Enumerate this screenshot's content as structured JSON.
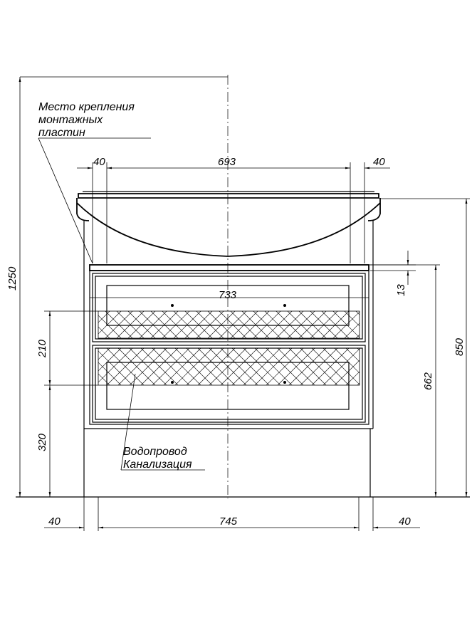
{
  "notes": {
    "mount_line1": "Место крепления",
    "mount_line2": "монтажных",
    "mount_line3": "пластин",
    "water": "Водопровод",
    "sewer": "Канализация"
  },
  "dimensions": {
    "top_left_margin": "40",
    "top_width": "693",
    "top_right_margin": "40",
    "inner_width": "733",
    "total_height": "1250",
    "pipe_band": "210",
    "pipe_floor": "320",
    "gap_small": "13",
    "cabinet_height": "662",
    "overall_height": "850",
    "bottom_left_margin": "40",
    "bottom_width": "745",
    "bottom_right_margin": "40"
  }
}
